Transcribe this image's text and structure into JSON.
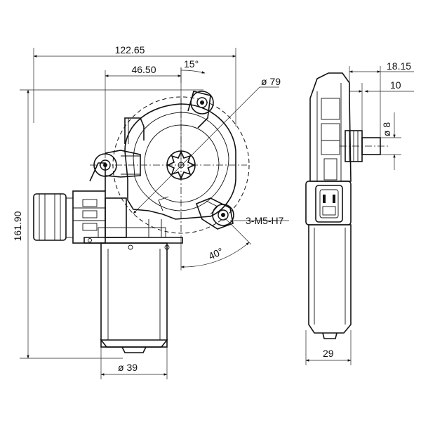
{
  "dimensions": {
    "overall_width": "122.65",
    "offset_width": "46.50",
    "angle_top": "15°",
    "pattern_diameter": "ø 79",
    "overall_height": "161.90",
    "mount_holes": "3-M5-H7",
    "angle_bottom": "40°",
    "motor_diameter": "ø 39",
    "shaft_offset": "18.15",
    "flange_offset": "10",
    "shaft_diameter": "ø 8",
    "side_width": "29"
  }
}
